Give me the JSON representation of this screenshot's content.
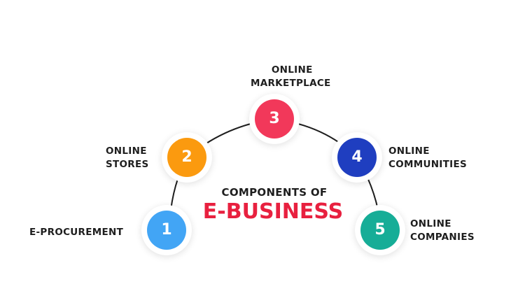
{
  "title": {
    "line1": "COMPONENTS OF",
    "line2": "E-BUSINESS",
    "accent_color": "#e8203f"
  },
  "components": [
    {
      "number": "1",
      "label_lines": [
        "E-PROCUREMENT"
      ],
      "color": "#42a5f5"
    },
    {
      "number": "2",
      "label_lines": [
        "ONLINE",
        "STORES"
      ],
      "color": "#fb9a0f"
    },
    {
      "number": "3",
      "label_lines": [
        "ONLINE",
        "MARKETPLACE"
      ],
      "color": "#f2385a"
    },
    {
      "number": "4",
      "label_lines": [
        "ONLINE",
        "COMMUNITIES"
      ],
      "color": "#1f3ec0"
    },
    {
      "number": "5",
      "label_lines": [
        "ONLINE",
        "COMPANIES"
      ],
      "color": "#16ad97"
    }
  ]
}
